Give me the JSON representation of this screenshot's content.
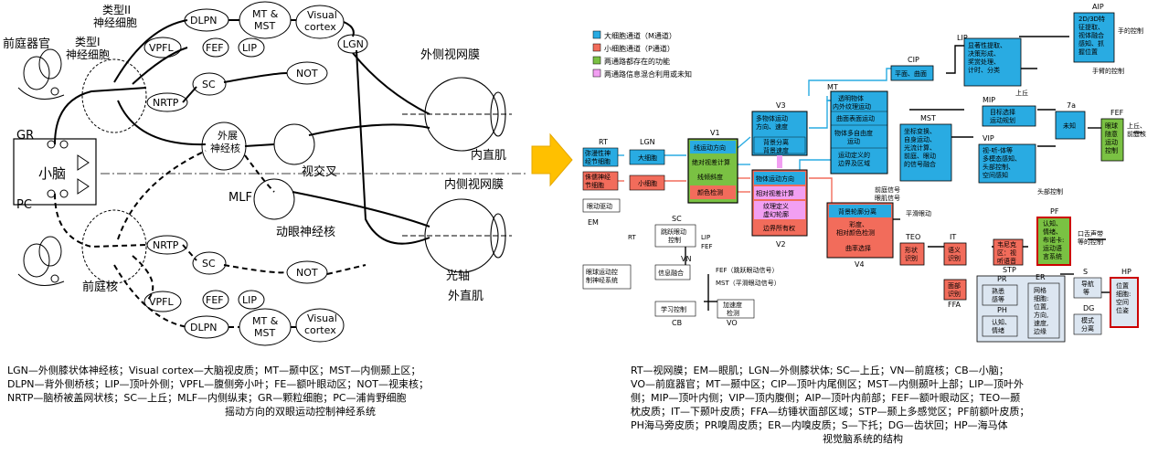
{
  "left": {
    "labels": {
      "vestibular": "前庭器官",
      "type1": "类型I\n神经细胞",
      "type2": "类型II\n神经细胞",
      "gr": "GR",
      "cerebellum": "小脑",
      "pc": "PC",
      "vest_nucleus": "前庭核",
      "dlpn": "DLPN",
      "mt_mst": "MT &\nMST",
      "visual_cortex": "Visual\ncortex",
      "vpfl": "VPFL",
      "fef": "FEF",
      "lip": "LIP",
      "sc": "SC",
      "nrtp": "NRTP",
      "not": "NOT",
      "lgn": "LGN",
      "lateral_retina": "外侧视网膜",
      "medial_retina": "内侧视网膜",
      "medial_rectus": "内直肌",
      "lateral_rectus": "外直肌",
      "optic_chiasm": "视交叉",
      "abducens": "外展\n神经核",
      "mlf": "MLF",
      "oculomotor": "动眼神经核",
      "optic_axis": "光轴"
    },
    "caption": [
      "LGN—外侧膝状体神经核；Visual cortex—大脑视皮质；MT—颞中区；MST—内侧颞上区；",
      "DLPN—背外侧桥核；LIP—顶叶外侧；VPFL—腹侧旁小叶；FE—额叶眼动区；NOT—视束核；",
      "NRTP—脑桥被盖网状核；SC—上丘；MLF—内侧纵束；GR—颗粒细胞；PC—浦肯野细胞",
      "摇动方向的双眼运动控制神经系统"
    ]
  },
  "legend": [
    {
      "label": "大细胞通道（M通道）",
      "color": "#29abe2"
    },
    {
      "label": "小细胞通道（P通道）",
      "color": "#f26c5b"
    },
    {
      "label": "两通路都存在的功能",
      "color": "#7ac143"
    },
    {
      "label": "两通路信息混合利用或未知",
      "color": "#f29ff2"
    }
  ],
  "right": {
    "rt_title": "RT",
    "rt_m": "弥漫性神\n经节细胞",
    "rt_p": "侏儒神经\n节细胞",
    "eye_move": "眼动驱动",
    "lgn_title": "LGN",
    "lgn_m": "大细胞",
    "lgn_p": "小细胞",
    "v1_title": "V1",
    "v1_items": [
      "线运动方向",
      "绝对视差计算",
      "线倾斜度",
      "颜色检测"
    ],
    "v3_title": "V3",
    "v3_items": [
      "多物体运动\n方向、速度",
      "背景分离\n背景速度"
    ],
    "v2_title": "V2",
    "v2_items": [
      "物体运动方向",
      "相对视差计算",
      "纹理定义\n虚幻轮廓",
      "边界所有权"
    ],
    "v4_title": "V4",
    "v4_items": [
      "背景轮廓分离",
      "彩度、\n相对颜色检测",
      "曲率选择"
    ],
    "mt_title": "MT",
    "mt_items": [
      "透明物体\n内外纹理运动",
      "曲面表面运动",
      "物体多自由度\n运动",
      "运动定义的\n边界及区域"
    ],
    "cip_title": "CIP",
    "cip_item": "平面、曲面",
    "lip_title": "LIP",
    "lip_item": "显著性提取、\n决策形成、\n奖赏处理、\n计时、分类",
    "aip_title": "AIP",
    "aip_item": "2D/3D特\n征提取、\n视体融合\n感知、抓\n握位置",
    "mst_title": "MST",
    "mst_item": "坐标变换、\n自身运动、\n光流计算、\n前庭、眼动\n的信号融合",
    "mip_title": "MIP",
    "mip_item": "目标选择\n运动规划",
    "vip_title": "VIP",
    "vip_item": "视-听-体等\n多模态感知、\n头部控制、\n空间感知",
    "a7_title": "7a",
    "a7_item": "未知",
    "fef_title": "FEF",
    "fef_item": "眼球\n随意\n运动\n控制",
    "teo_title": "TEO",
    "teo_item": "形状\n识别",
    "it_title": "IT",
    "it_item": "语义\n识别",
    "ffa_item": "面部\n识别",
    "ffa_title": "FFA",
    "stp_item": "韦尼克\n区：视\n听语音",
    "stp_title": "STP",
    "pf_title": "PF",
    "pf_item": "认知、\n情绪、\n布诺卡:\n运动语\n言系统",
    "pr_title": "PR",
    "pr_item": "熟悉\n感等",
    "ph_title": "PH",
    "ph_item": "认知、\n情绪",
    "er_title": "ER",
    "er_item": "网格\n细胞:\n位置,\n方向,\n速度,\n边缘",
    "s_title": "S",
    "s_item": "导航\n等",
    "dg_title": "DG",
    "dg_item": "模式\n分离",
    "hp_title": "HP",
    "hp_item": "位置\n细胞:\n空间\n位姿",
    "sc_title": "SC",
    "sc_item": "跳跃眼动\n控制",
    "vn_title": "VN",
    "vn_item": "信息融合",
    "cb_title": "CB",
    "cb_item": "学习控制",
    "vo_title": "VO",
    "vo_item": "加速度\n检测",
    "em_title": "EM",
    "em_item": "眼球运动控\n制神经系统",
    "rt_small": "RT",
    "lip_small": "LIP",
    "fef_small": "FEF",
    "fef_sig": "FEF（跳跃眼动信号）",
    "mst_sig": "MST（平滑眼动信号）",
    "hand_ctrl": "手的控制",
    "arm_ctrl": "手臂的控制",
    "sc_up": "上丘",
    "sc_fef_out": "上丘、\n前庭核",
    "head_ctrl": "头部控制",
    "smooth": "平滑眼动",
    "vest_sig": "前庭信号\n眼肌信号",
    "speech": "口舌声带\n等的控制",
    "caption": [
      "RT—视网膜；EM—眼肌；LGN—外侧膝状体; SC—上丘；VN—前庭核；CB—小脑；",
      "VO—前庭器官；MT—颞中区；CIP—顶叶内尾侧区；MST—内侧颞叶上部；LIP—顶叶外",
      "侧；MIP—顶叶内侧；VIP—顶内腹侧；AIP—顶叶内前部；FEF—额叶眼动区；TEO—颞",
      "枕皮质；IT—下颞叶皮质；FFA—纺锤状面部区域；STP—颞上多感觉区；PF前额叶皮质；",
      "PH海马旁皮质；PR嗅周皮质；ER—内嗅皮质；S—下托；DG—齿状回；HP—海马体",
      "视觉脑系统的结构"
    ]
  }
}
